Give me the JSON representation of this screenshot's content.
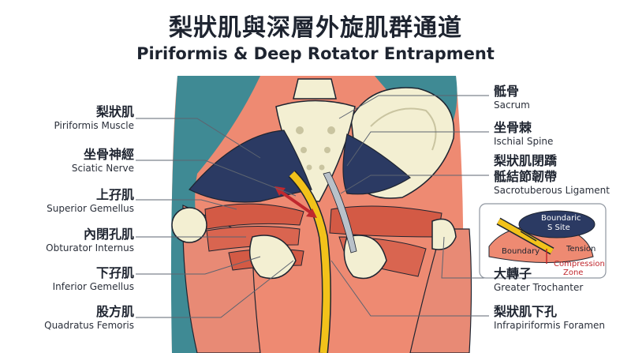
{
  "title": {
    "chinese": "梨狀肌與深層外旋肌群通道",
    "english": "Piriformis & Deep Rotator Entrapment"
  },
  "left_labels": [
    {
      "zh": "梨狀肌",
      "en": "Piriformis Muscle"
    },
    {
      "zh": "坐骨神經",
      "en": "Sciatic Nerve"
    },
    {
      "zh": "上孖肌",
      "en": "Superior Gemellus"
    },
    {
      "zh": "內閉孔肌",
      "en": "Obturator Internus"
    },
    {
      "zh": "下孖肌",
      "en": "Inferior Gemellus"
    },
    {
      "zh": "股方肌",
      "en": "Quadratus Femoris"
    }
  ],
  "right_labels": [
    {
      "zh": "骶骨",
      "en": "Sacrum"
    },
    {
      "zh": "坐骨棘",
      "en": "Ischial Spine"
    },
    {
      "zh": "梨狀肌閉蹻",
      "zh2": "骶結節韌帶",
      "en": "Sacrotuberous Ligament"
    },
    {
      "zh": "大轉子",
      "en": "Greater Trochanter"
    },
    {
      "zh": "梨狀肌下孔",
      "en": "Infrapiriformis Foramen"
    }
  ],
  "inset": {
    "top_label_1": "Boundaric",
    "top_label_2": "S Site",
    "boundary": "Boundary",
    "tension": "Tension",
    "compression_1": "Compression",
    "compression_2": "Zone"
  },
  "colors": {
    "skin": "#ee8a72",
    "teal": "#3f8a94",
    "bone": "#f3efd2",
    "muscle_dark": "#2b3a63",
    "muscle_red": "#d35a45",
    "nerve": "#f2c21a",
    "outline": "#1e2430",
    "compression": "#c0282e"
  }
}
